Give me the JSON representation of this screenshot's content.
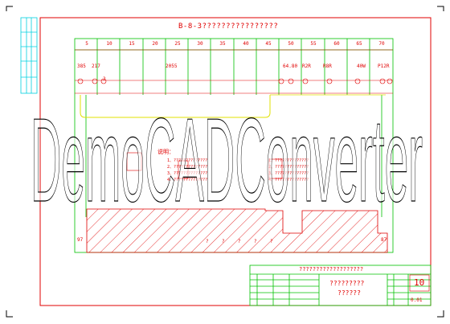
{
  "drawing": {
    "title": "B-8-3????????????????",
    "columns": [
      "5",
      "10",
      "15",
      "20",
      "25",
      "30",
      "35",
      "40",
      "45",
      "50",
      "55",
      "60",
      "65",
      "70"
    ],
    "watermark": "DemoCADConverter",
    "notes_heading": "说明：",
    "notes_left": [
      "1、??????????????",
      "2、??????????????",
      "3、??????????????",
      "4、??????????????"
    ],
    "notes_right": [
      "1、??????????????",
      "2、??????????????",
      "3、??????????????",
      "4、??????????????"
    ],
    "labels_top": [
      "385",
      "217",
      "2",
      "2055",
      "64.80",
      "R2R",
      "R8R",
      "40W",
      "P12R"
    ],
    "bottom_marks": [
      "?",
      "?",
      "?",
      "?",
      "?"
    ],
    "label_97": "97",
    "label_87": "87"
  },
  "title_block": {
    "header": "???????????????????",
    "name_line1": "?????????",
    "name_line2": "??????",
    "sheet": "10",
    "code": "0.01"
  },
  "colors": {
    "frame": "#e00000",
    "grid": "#00c000",
    "cyan": "#00d0e0",
    "yellow": "#e0e000",
    "watermark_stroke": "#000000"
  }
}
